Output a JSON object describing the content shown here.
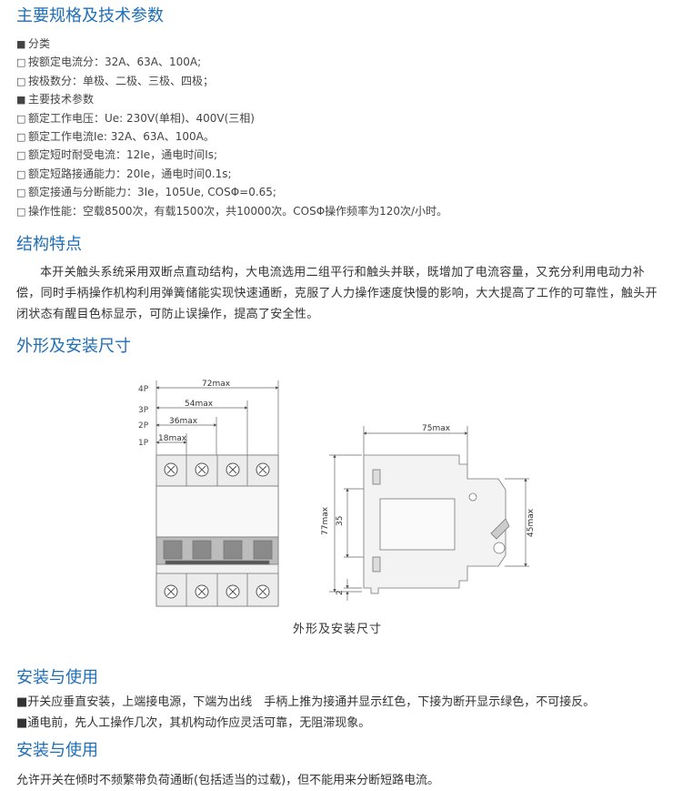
{
  "sections": {
    "specs_title": "主要规格及技术参数",
    "structure_title": "结构特点",
    "dimensions_title": "外形及安装尺寸",
    "install_title_1": "安装与使用",
    "install_title_2": "安装与使用"
  },
  "specs": [
    {
      "bullet": "■",
      "text": "分类"
    },
    {
      "bullet": "□",
      "text": "按额定电流分：32A、63A、100A;"
    },
    {
      "bullet": "□",
      "text": "按极数分：单极、二极、三极、四极；"
    },
    {
      "bullet": "■",
      "text": "主要技术参数"
    },
    {
      "bullet": "□",
      "text": "额定工作电压：Ue: 230V(单相)、400V(三相)"
    },
    {
      "bullet": "□",
      "text": "额定工作电流Ie: 32A、63A、100A。"
    },
    {
      "bullet": "□",
      "text": "额定短时耐受电流：12Ie，通电时间Is;"
    },
    {
      "bullet": "□",
      "text": "额定短路接通能力：20Ie，通电时间0.1s;"
    },
    {
      "bullet": "□",
      "text": "额定接通与分断能力：3Ie，105Ue, COSΦ=0.65;"
    },
    {
      "bullet": "□",
      "text": "操作性能：空载8500次，有载1500次，共10000次。COSΦ操作频率为120次/小时。"
    }
  ],
  "structure_text": "本开关触头系统采用双断点直动结构，大电流选用二组平行和触头并联，既增加了电流容量，又充分利用电动力补偿，同时手柄操作机构利用弹簧储能实现快速通断，克服了人力操作速度快慢的影响，大大提高了工作的可靠性，触头开闭状态有醒目色标显示，可防止误操作，提高了安全性。",
  "diagram": {
    "caption": "外形及安装尺寸",
    "pole_labels": [
      "4P",
      "3P",
      "2P",
      "1P"
    ],
    "dim_72": "72max",
    "dim_54": "54max",
    "dim_36": "36max",
    "dim_18": "18max",
    "dim_75": "75max",
    "dim_77": "77max",
    "dim_35": "35",
    "dim_45": "45max",
    "dim_2": "2"
  },
  "usage_1": [
    "■开关应垂直安装，上端接电源，下端为出线　手柄上推为接通并显示红色，下接为断开显示绿色，不可接反。",
    "■通电前，先人工操作几次，其机构动作应灵活可靠，无阻滞现象。"
  ],
  "usage_2": [
    "允许开关在倾时不频繁带负荷通断(包括适当的过载)，但不能用来分断短路电流。"
  ],
  "colors": {
    "heading": "#1f6fb8",
    "text": "#333333"
  }
}
